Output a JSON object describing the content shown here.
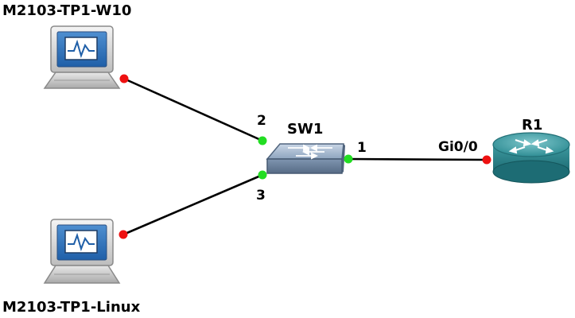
{
  "topology": {
    "nodes": {
      "pc_w10": {
        "label": "M2103-TP1-W10",
        "icon": "pc-icon"
      },
      "pc_linux": {
        "label": "M2103-TP1-Linux",
        "icon": "pc-icon"
      },
      "switch": {
        "label": "SW1",
        "icon": "switch-icon"
      },
      "router": {
        "label": "R1",
        "icon": "router-icon"
      }
    },
    "ports": {
      "sw_port_w10": {
        "label": "2",
        "status": "up",
        "color": "#22dd22"
      },
      "sw_port_linux": {
        "label": "3",
        "status": "up",
        "color": "#22dd22"
      },
      "sw_port_r1": {
        "label": "1",
        "status": "up",
        "color": "#22dd22"
      },
      "r1_port": {
        "label": "Gi0/0",
        "status": "down",
        "color": "#ee1111"
      },
      "pc_w10_port": {
        "label": "",
        "status": "down",
        "color": "#ee1111"
      },
      "pc_linux_port": {
        "label": "",
        "status": "down",
        "color": "#ee1111"
      }
    },
    "links": [
      {
        "from": "M2103-TP1-W10",
        "to": "SW1"
      },
      {
        "from": "M2103-TP1-Linux",
        "to": "SW1"
      },
      {
        "from": "SW1",
        "to": "R1"
      }
    ]
  }
}
